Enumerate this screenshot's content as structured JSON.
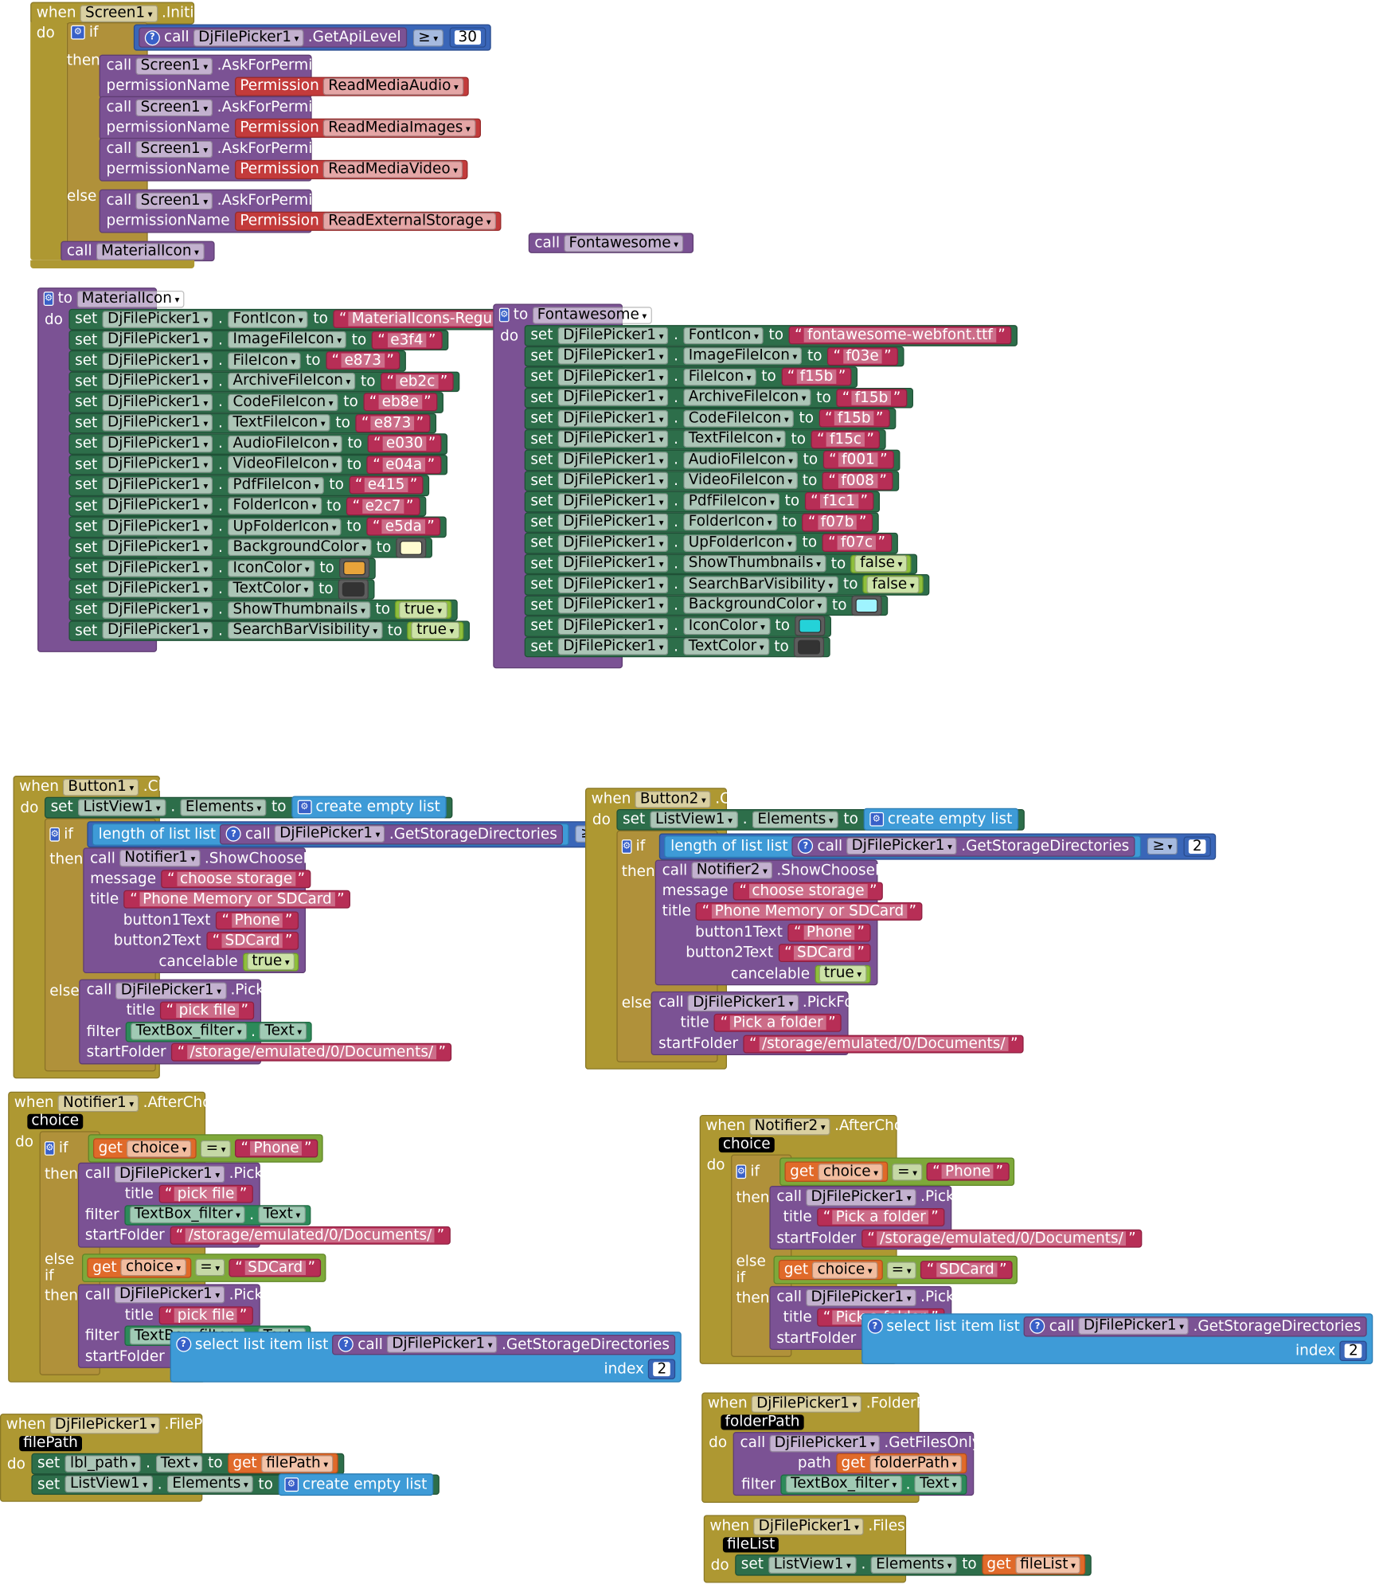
{
  "kw": {
    "when": "when",
    "do": "do",
    "if": "if",
    "then": "then",
    "else": "else",
    "else_if": "else if",
    "call": "call",
    "set": "set",
    "to": "to",
    "get": "get",
    "list": "list",
    "index": "index",
    "title": "title",
    "filter": "filter",
    "startFolder": "startFolder",
    "message": "message",
    "button1Text": "button1Text",
    "button2Text": "button2Text",
    "cancelable": "cancelable",
    "path": "path",
    "permissionName": "permissionName",
    "dot": "."
  },
  "init": {
    "comp": "Screen1",
    "event": ".Initialize",
    "picker": "DjFilePicker1",
    "api": ".GetApiLevel",
    "ge": "≥",
    "num": "30",
    "ask": ".AskForPermission",
    "perm_label": "Permission",
    "perms": [
      "ReadMediaAudio",
      "ReadMediaImages",
      "ReadMediaVideo",
      "ReadExternalStorage"
    ],
    "proc": "MaterialIcon",
    "proc2": "Fontawesome"
  },
  "mat": {
    "name": "MaterialIcon",
    "comp": "DjFilePicker1",
    "font": "MaterialIcons-Regular.ttf",
    "rows": [
      [
        "FontIcon",
        "MaterialIcons-Regular.ttf"
      ],
      [
        "ImageFileIcon",
        "e3f4"
      ],
      [
        "FileIcon",
        "e873"
      ],
      [
        "ArchiveFileIcon",
        "eb2c"
      ],
      [
        "CodeFileIcon",
        "eb8e"
      ],
      [
        "TextFileIcon",
        "e873"
      ],
      [
        "AudioFileIcon",
        "e030"
      ],
      [
        "VideoFileIcon",
        "e04a"
      ],
      [
        "PdfFileIcon",
        "e415"
      ],
      [
        "FolderIcon",
        "e2c7"
      ],
      [
        "UpFolderIcon",
        "e5da"
      ],
      [
        "BackgroundColor",
        ""
      ],
      [
        "IconColor",
        ""
      ],
      [
        "TextColor",
        ""
      ],
      [
        "ShowThumbnails",
        "true"
      ],
      [
        "SearchBarVisibility",
        "true"
      ]
    ],
    "colors": {
      "bg": "#fffbd0",
      "icon": "#e8a43a",
      "text": "#333333"
    }
  },
  "fa": {
    "name": "Fontawesome",
    "rows": [
      [
        "FontIcon",
        "fontawesome-webfont.ttf"
      ],
      [
        "ImageFileIcon",
        "f03e"
      ],
      [
        "FileIcon",
        "f15b"
      ],
      [
        "ArchiveFileIcon",
        "f15b"
      ],
      [
        "CodeFileIcon",
        "f15b"
      ],
      [
        "TextFileIcon",
        "f15c"
      ],
      [
        "AudioFileIcon",
        "f001"
      ],
      [
        "VideoFileIcon",
        "f008"
      ],
      [
        "PdfFileIcon",
        "f1c1"
      ],
      [
        "FolderIcon",
        "f07b"
      ],
      [
        "UpFolderIcon",
        "f07c"
      ],
      [
        "ShowThumbnails",
        "false"
      ],
      [
        "SearchBarVisibility",
        "false"
      ],
      [
        "BackgroundColor",
        ""
      ],
      [
        "IconColor",
        ""
      ],
      [
        "TextColor",
        ""
      ]
    ],
    "colors": {
      "bg": "#9ff4ff",
      "icon": "#24d2d8",
      "text": "#333333"
    }
  },
  "btn1": {
    "comp": "Button1",
    "event": ".Click",
    "listview": "ListView1",
    "elements": "Elements",
    "empty": "create empty list",
    "lengthof": "length of list",
    "getdirs": ".GetStorageDirectories",
    "two": "2",
    "notifier": "Notifier1",
    "dialog": ".ShowChooseDialog",
    "message": "choose storage",
    "title": "Phone Memory or SDCard",
    "b1": "Phone",
    "b2": "SDCard",
    "cancel": "true",
    "pickfile": ".PickFile",
    "pf_title": "pick file",
    "tbfilter": "TextBox_filter",
    "text": "Text",
    "start": "/storage/emulated/0/Documents/"
  },
  "btn2": {
    "comp": "Button2",
    "notifier": "Notifier2",
    "pickfolder": ".PickFolder",
    "pf_title": "Pick a folder"
  },
  "after": {
    "event": ".AfterChoosing",
    "param": "choice",
    "eq": "=",
    "phone": "Phone",
    "sdcard": "SDCard",
    "select": "select list item"
  },
  "picked": {
    "event": ".FilePicked",
    "param": "filePath",
    "label": "lbl_path",
    "text": "Text"
  },
  "folder": {
    "event": ".FolderPicked",
    "param": "folderPath",
    "getfiles": ".GetFilesOnlyInPath"
  },
  "listed": {
    "event": ".FilesListed",
    "param": "fileList"
  }
}
